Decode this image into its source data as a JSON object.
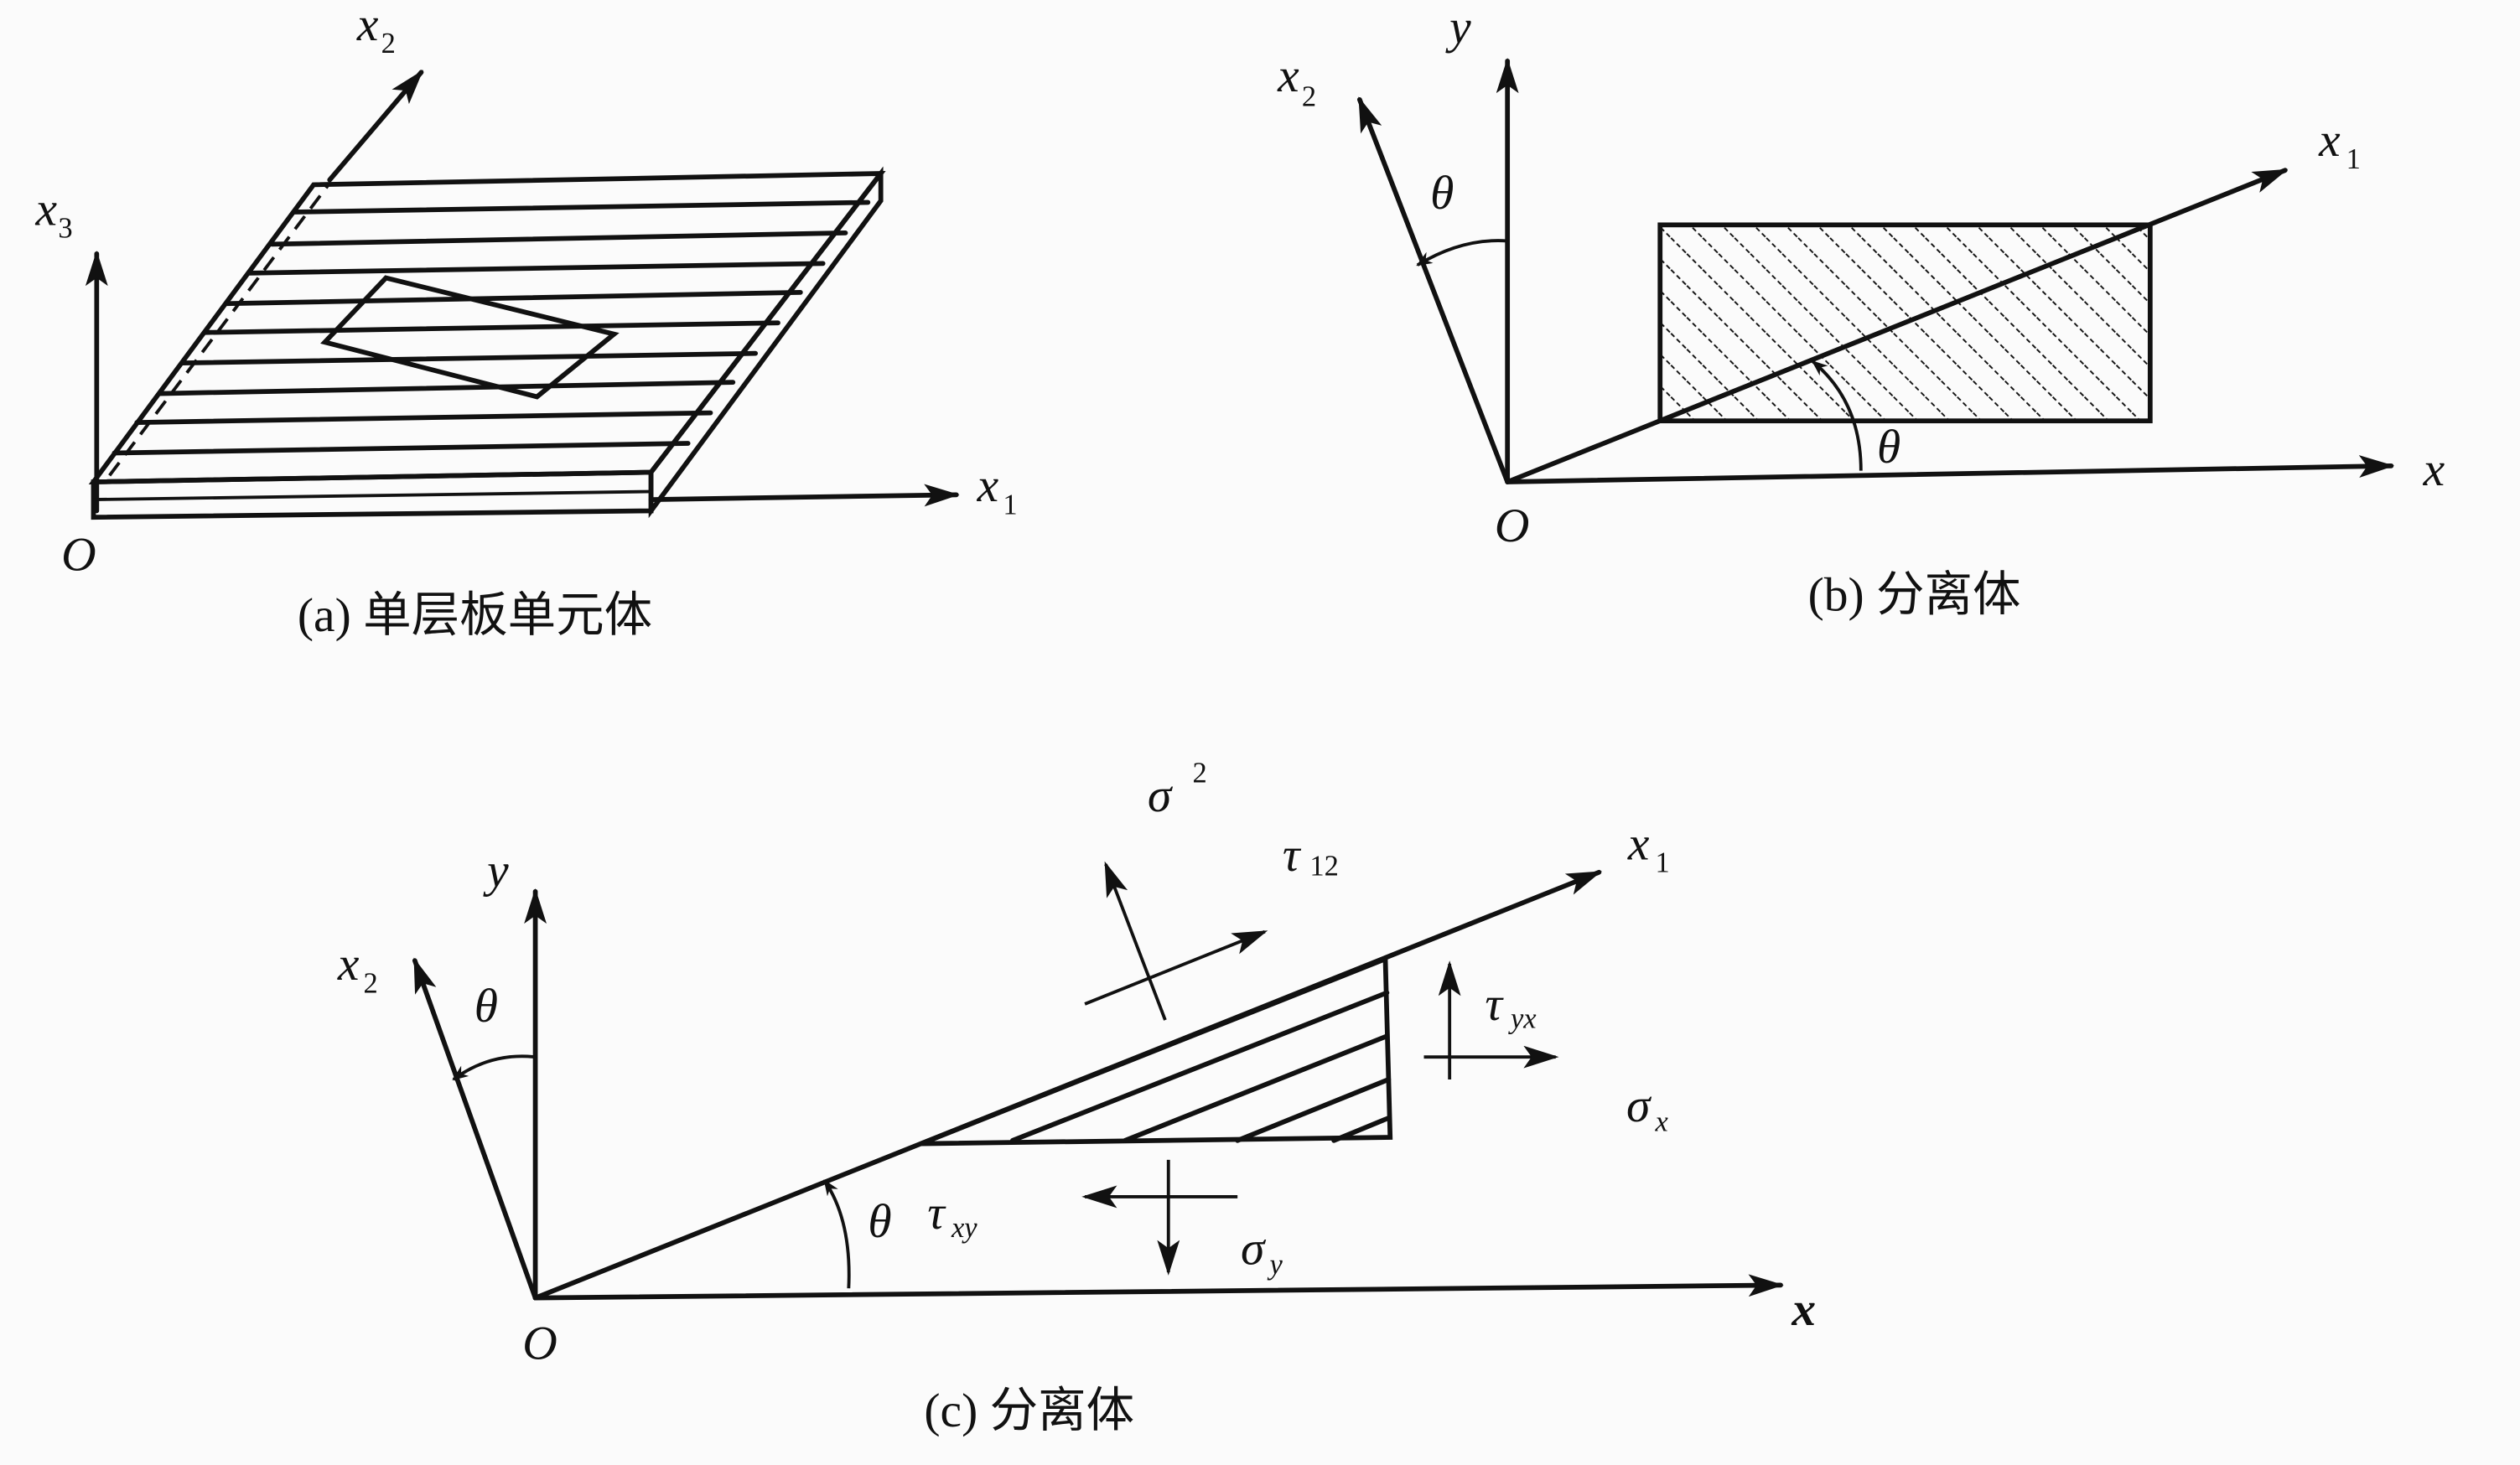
{
  "panel_a": {
    "caption": "(a) 单层板单元体",
    "axis_x1": "x",
    "axis_x1_sub": "1",
    "axis_x2": "x",
    "axis_x2_sub": "2",
    "axis_x3": "x",
    "axis_x3_sub": "3",
    "origin": "O"
  },
  "panel_b": {
    "caption": "(b) 分离体",
    "axis_y": "y",
    "axis_x": "x",
    "axis_x1": "x",
    "axis_x1_sub": "1",
    "axis_x2": "x",
    "axis_x2_sub": "2",
    "angle1": "θ",
    "angle2": "θ",
    "origin": "O"
  },
  "panel_c": {
    "caption": "(c) 分离体",
    "axis_y": "y",
    "axis_x": "x",
    "axis_x1": "x",
    "axis_x1_sub": "1",
    "axis_x2": "x",
    "axis_x2_sub": "2",
    "angle1": "θ",
    "angle2": "θ",
    "origin": "O",
    "sigma2": "σ",
    "sigma2_sup": "2",
    "tau12": "τ",
    "tau12_sub": "12",
    "tauyx": "τ",
    "tauyx_sub": "yx",
    "sigmax": "σ",
    "sigmax_sub": "x",
    "tauxy": "τ",
    "tauxy_sub": "xy",
    "sigmay": "σ",
    "sigmay_sub": "y"
  }
}
